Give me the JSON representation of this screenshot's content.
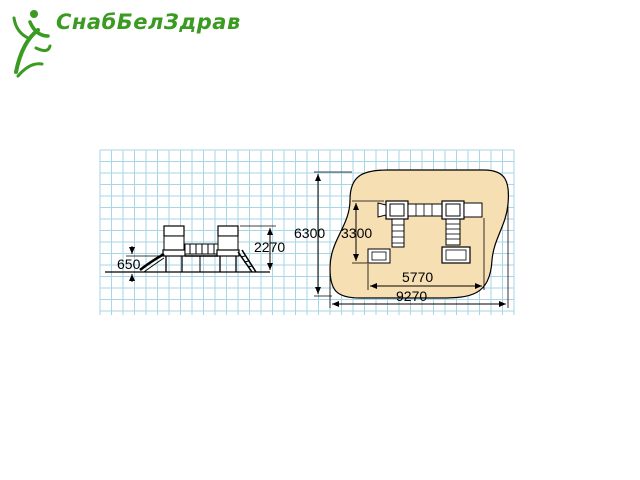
{
  "brand": {
    "name": "СнабБелЗдрав",
    "color": "#3a9a22",
    "logo_icon": "runner-figure-icon"
  },
  "colors": {
    "grid_line": "#a9d6e4",
    "grid_background": "#ffffff",
    "site_area": "#f7dfb4",
    "outline": "#000000"
  },
  "side_view": {
    "dimensions": {
      "height_total": "2270",
      "height_platform": "650"
    }
  },
  "plan_view": {
    "dimensions": {
      "overall_width": "9270",
      "overall_depth": "6300",
      "equipment_width": "5770",
      "equipment_depth": "3300"
    }
  }
}
